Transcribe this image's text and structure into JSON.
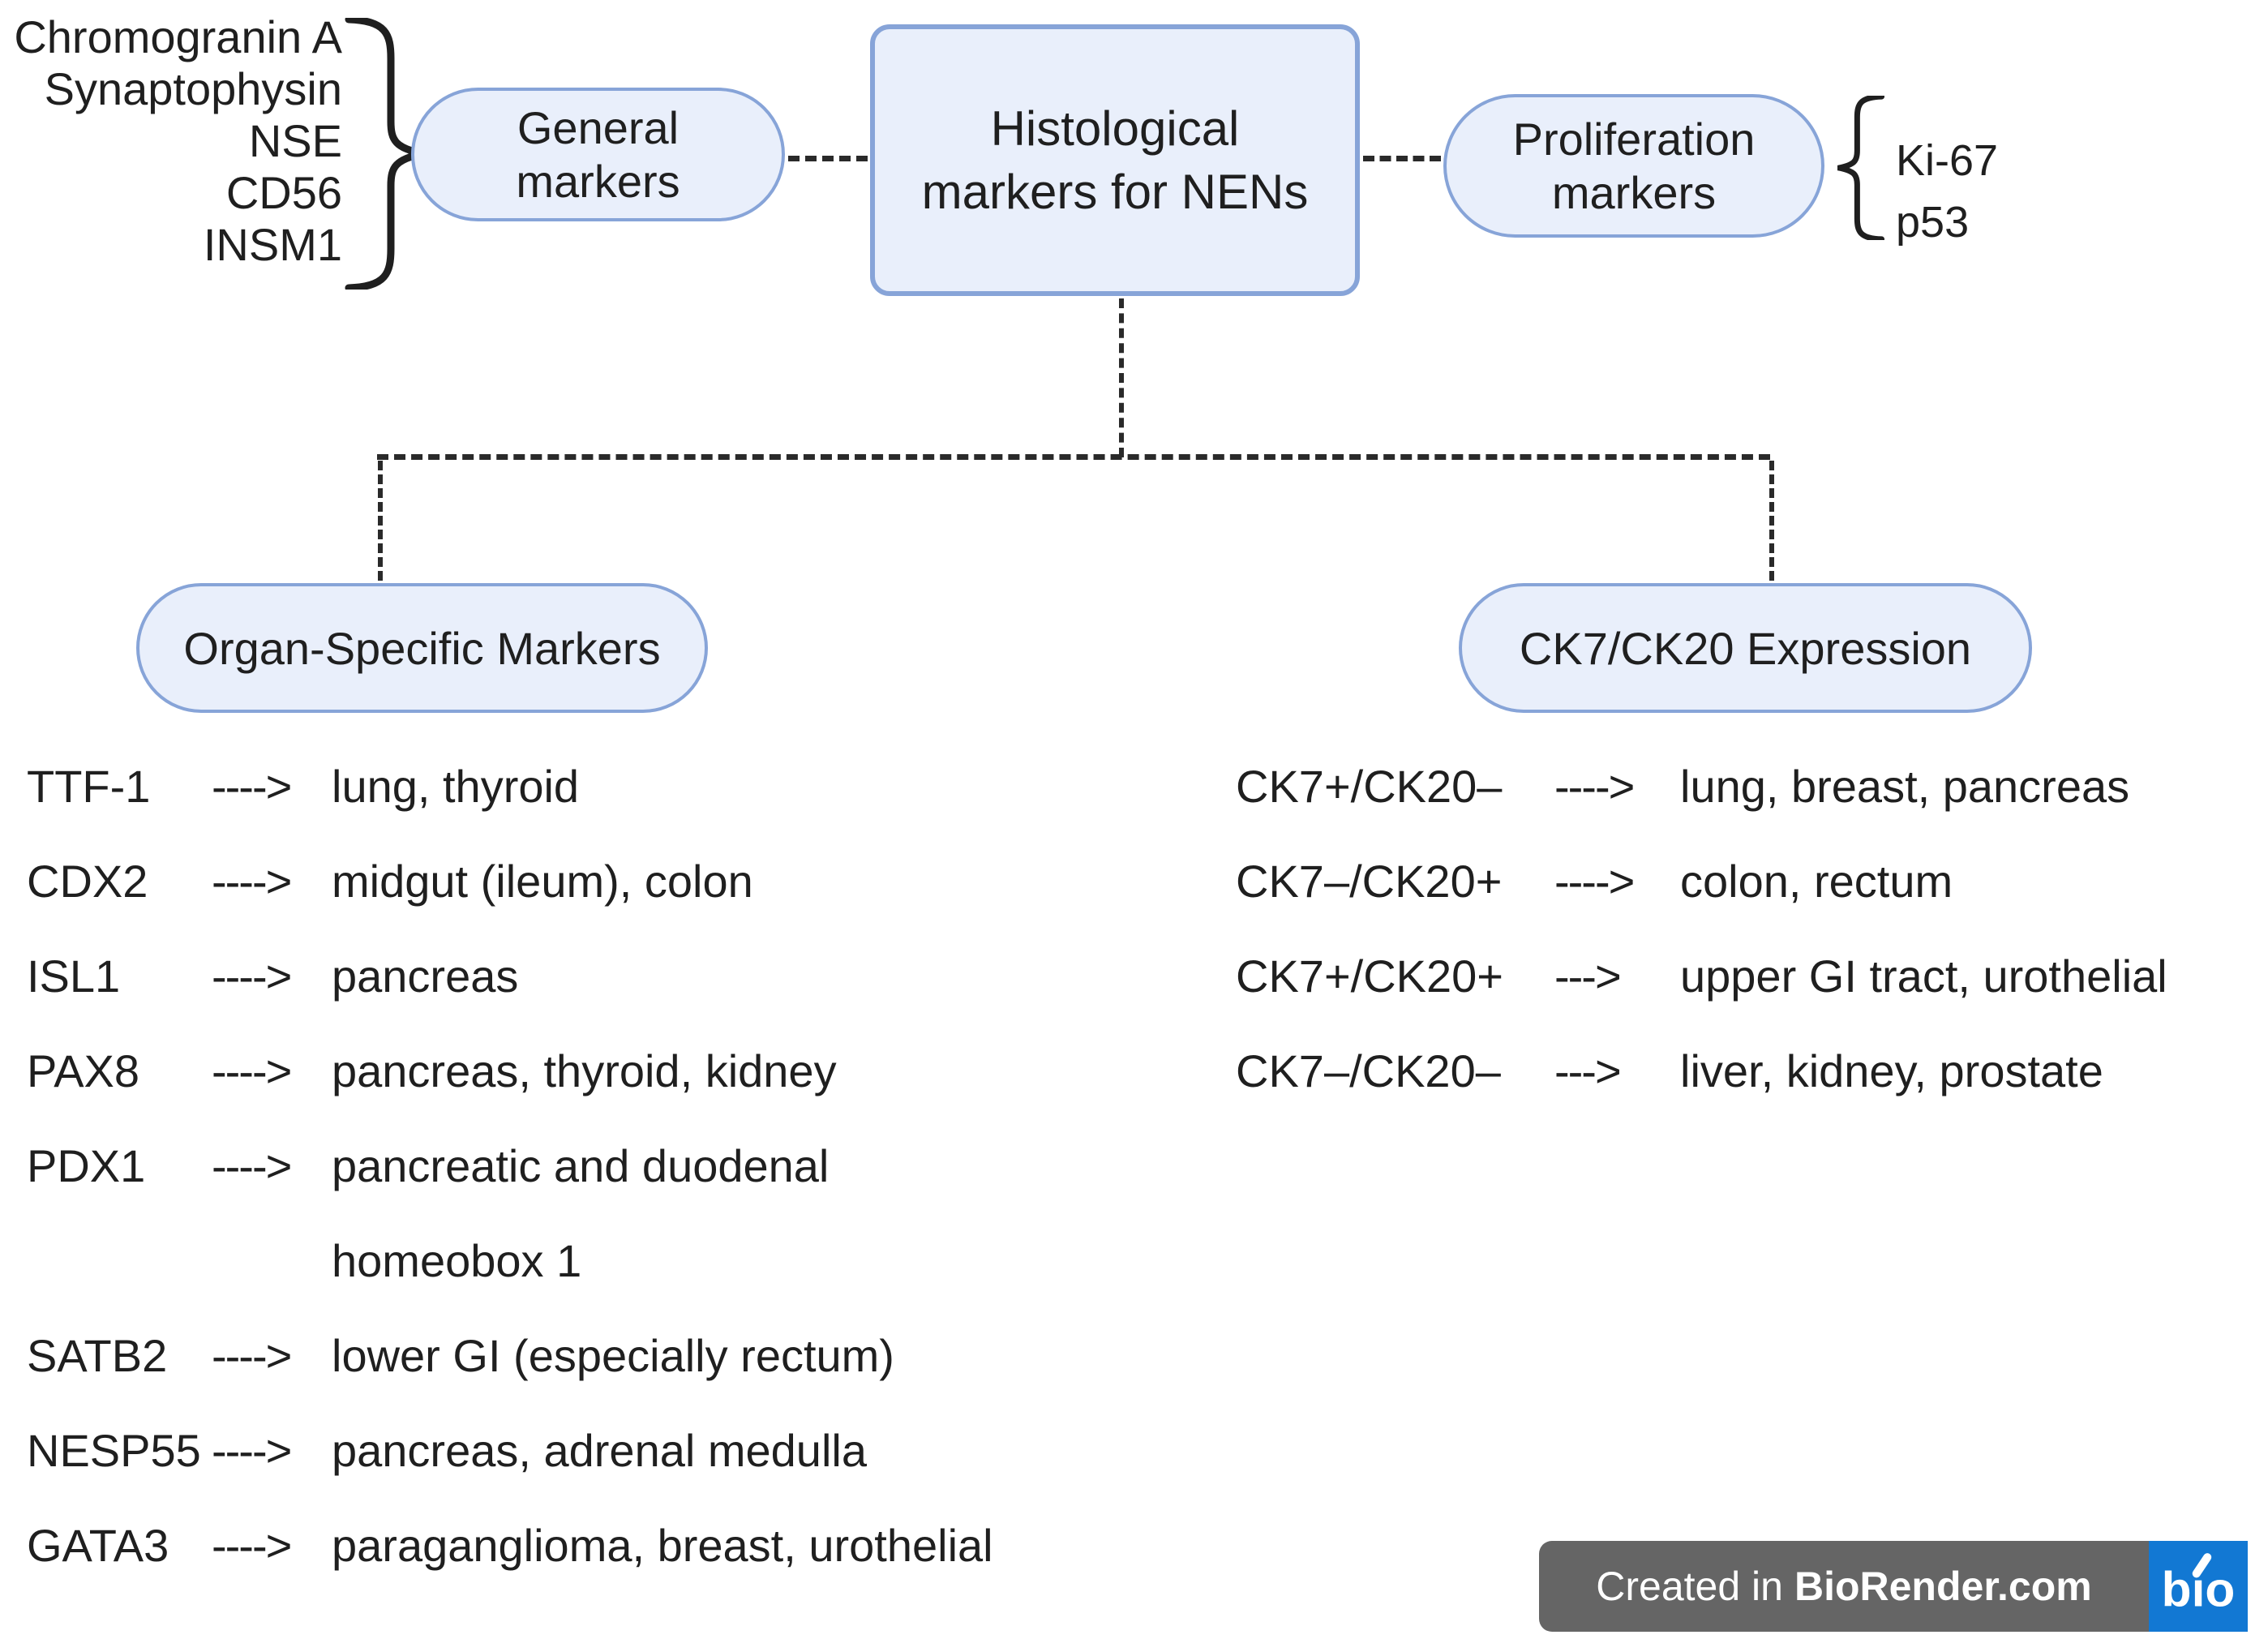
{
  "colors": {
    "node_fill": "#e9effb",
    "node_border": "#87a4d8",
    "ink": "#1f1f1f",
    "line": "#2a2a2a",
    "badge_gray": "#656565",
    "badge_blue": "#1278d3",
    "badge_text": "#ffffff"
  },
  "nodes": {
    "central": {
      "label": "Histological markers for NENs"
    },
    "general": {
      "label": "General markers"
    },
    "proliferation": {
      "label": "Proliferation markers"
    },
    "organ": {
      "label": "Organ-Specific Markers"
    },
    "ck": {
      "label": "CK7/CK20 Expression"
    }
  },
  "general_markers": [
    "Chromogranin A",
    "Synaptophysin",
    "NSE",
    "CD56",
    "INSM1"
  ],
  "proliferation_markers": [
    "Ki-67",
    "p53"
  ],
  "organ_rows": [
    {
      "label": "TTF-1",
      "arrow": "---->",
      "text": "lung, thyroid"
    },
    {
      "label": "CDX2",
      "arrow": "---->",
      "text": "midgut (ileum), colon"
    },
    {
      "label": "ISL1",
      "arrow": "---->",
      "text": "pancreas"
    },
    {
      "label": "PAX8",
      "arrow": "---->",
      "text": "pancreas, thyroid, kidney"
    },
    {
      "label": "PDX1",
      "arrow": "---->",
      "text": "pancreatic and duodenal"
    },
    {
      "label": "",
      "arrow": "",
      "text": "homeobox 1"
    },
    {
      "label": "SATB2",
      "arrow": "---->",
      "text": "lower GI (especially rectum)"
    },
    {
      "label": "NESP55",
      "arrow": "---->",
      "text": "pancreas, adrenal medulla"
    },
    {
      "label": "GATA3",
      "arrow": "---->",
      "text": "paraganglioma, breast, urothelial"
    }
  ],
  "ck_rows": [
    {
      "label": "CK7+/CK20–",
      "arrow": "---->",
      "text": "lung, breast, pancreas"
    },
    {
      "label": "CK7–/CK20+",
      "arrow": "---->",
      "text": "colon, rectum"
    },
    {
      "label": "CK7+/CK20+",
      "arrow": "--->",
      "text": "upper GI tract, urothelial"
    },
    {
      "label": "CK7–/CK20–",
      "arrow": "--->",
      "text": "liver, kidney, prostate"
    }
  ],
  "badge": {
    "prefix": "Created in",
    "brand": "BioRender.com",
    "logo": "bıo"
  }
}
